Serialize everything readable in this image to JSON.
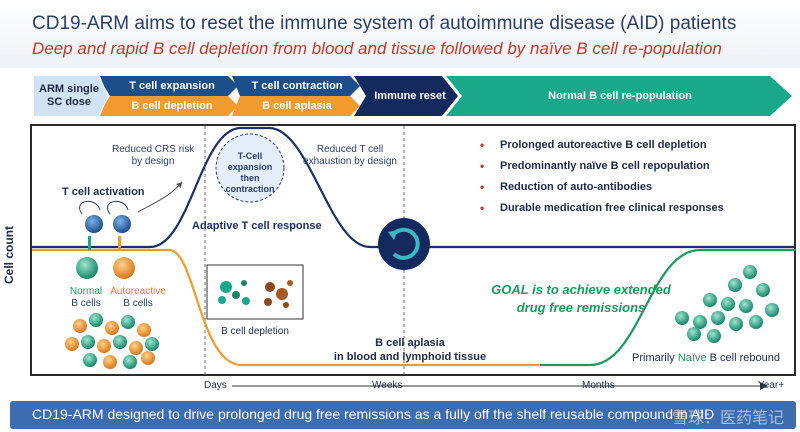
{
  "header": {
    "title": "CD19-ARM aims to reset the immune system of autoimmune disease (AID) patients",
    "subtitle": "Deep and rapid B cell depletion from blood and tissue followed by naïve B cell re-population"
  },
  "timeline": {
    "phase1": "ARM single\nSC dose",
    "phase2_top": "T cell expansion",
    "phase2_bottom": "B cell depletion",
    "phase3_top": "T cell contraction",
    "phase3_bottom": "B cell aplasia",
    "phase4": "Immune reset",
    "phase5": "Normal B cell re-population"
  },
  "diagram": {
    "y_axis": "Cell count",
    "reduced_crs": "Reduced CRS risk\nby design",
    "reduced_exhaustion": "Reduced T cell\nexhaustion by design",
    "tcell_activation": "T cell activation",
    "tcell_circle": "T-Cell\nexpansion\nthen\ncontraction",
    "adaptive_response": "Adaptive T cell response",
    "normal_b": "Normal",
    "normal_b2": "B cells",
    "autoreactive_b": "Autoreactive",
    "autoreactive_b2": "B cells",
    "b_depletion": "B cell depletion",
    "b_aplasia": "B cell aplasia\nin blood and lymphoid tissue",
    "goal": "GOAL is to achieve extended\ndrug free remissions",
    "rebound_pre": "Primarily ",
    "rebound_naive": "Naïve",
    "rebound_post": " B cell rebound"
  },
  "bullets": [
    "Prolonged autoreactive B cell depletion",
    "Predominantly naïve B cell repopulation",
    "Reduction of auto-antibodies",
    "Durable medication free clinical responses"
  ],
  "x_axis": {
    "days": "Days",
    "weeks": "Weeks",
    "months": "Months",
    "year": "Year+"
  },
  "footer": {
    "text": "CD19-ARM designed to drive prolonged drug free remissions as a fully off the shelf reusable compound in AID",
    "watermark": "雪球：医药笔记"
  },
  "colors": {
    "navy": "#1b2f6b",
    "orange": "#f29a2e",
    "teal": "#1aa88a",
    "green": "#1a9a5b",
    "light_blue": "#cfe3f5",
    "footer_blue": "#3e6cb0",
    "red": "#c0392b"
  }
}
